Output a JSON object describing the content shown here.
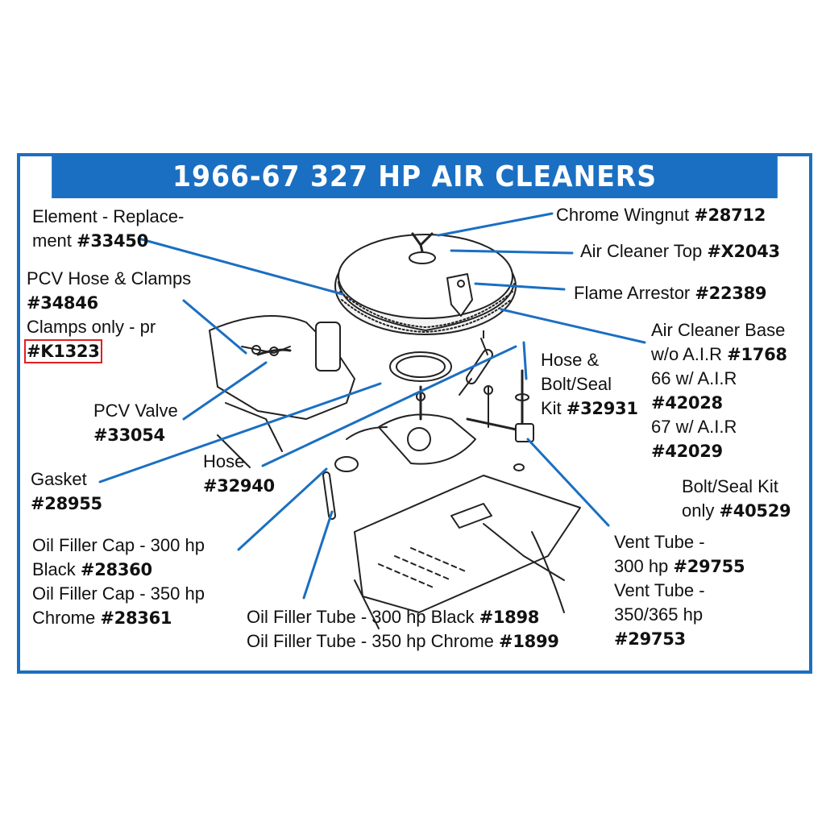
{
  "title": "1966-67 327 HP AIR CLEANERS",
  "colors": {
    "frame": "#1a6fc2",
    "leader": "#1a6fc2",
    "highlight": "#e02020",
    "drawing": "#222222"
  },
  "labels": {
    "element": {
      "line1": "Element - Replace-",
      "line2_text": "ment ",
      "line2_num": "#33450"
    },
    "pcv_hose": {
      "line1": "PCV Hose & Clamps",
      "num1": "#34846",
      "line3": "Clamps only - pr",
      "num2": "#K1323"
    },
    "pcv_valve": {
      "line1": "PCV Valve",
      "num": "#33054"
    },
    "gasket": {
      "line1": "Gasket",
      "num": "#28955"
    },
    "hose": {
      "line1": "Hose",
      "num": "#32940"
    },
    "oil_filler_cap": {
      "line1": "Oil Filler Cap - 300 hp",
      "line2_text": "Black ",
      "line2_num": "#28360",
      "line3": "Oil Filler Cap - 350 hp",
      "line4_text": "Chrome ",
      "line4_num": "#28361"
    },
    "oil_filler_tube": {
      "line1_text": "Oil Filler Tube - 300 hp Black ",
      "line1_num": "#1898",
      "line2_text": "Oil Filler Tube - 350 hp Chrome ",
      "line2_num": "#1899"
    },
    "chrome_wingnut": {
      "text": "Chrome Wingnut ",
      "num": "#28712"
    },
    "air_cleaner_top": {
      "text": "Air Cleaner Top ",
      "num": "#X2043"
    },
    "flame_arrestor": {
      "text": "Flame Arrestor ",
      "num": "#22389"
    },
    "air_cleaner_base": {
      "line1": "Air Cleaner Base",
      "line2_text": "w/o A.I.R ",
      "line2_num": "#1768",
      "line3": "66 w/ A.I.R",
      "num2": "#42028",
      "line5": "67 w/ A.I.R",
      "num3": "#42029"
    },
    "hose_bolt_seal": {
      "line1": "Hose &",
      "line2": "Bolt/Seal",
      "line3_text": "Kit ",
      "line3_num": "#32931"
    },
    "bolt_seal_kit": {
      "line1": "Bolt/Seal Kit",
      "line2_text": "only ",
      "line2_num": "#40529"
    },
    "vent_tube": {
      "line1": "Vent Tube -",
      "line2_text": "300 hp ",
      "line2_num": "#29755",
      "line3": "Vent Tube -",
      "line4": "350/365 hp",
      "num": "#29753"
    }
  }
}
